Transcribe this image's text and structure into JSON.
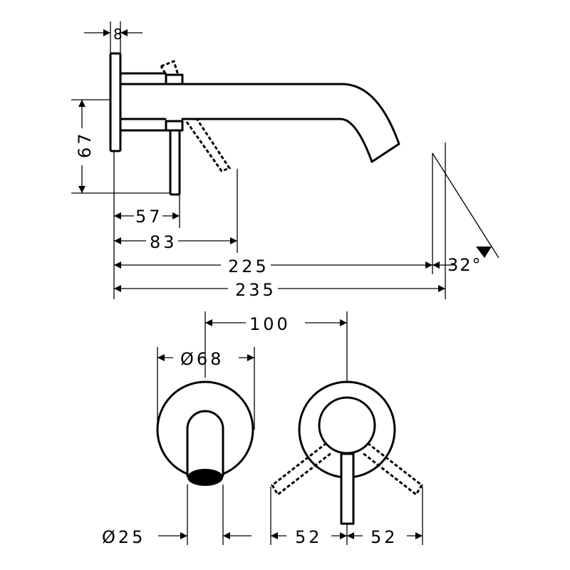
{
  "diagram": {
    "side_view": {
      "dimensions": {
        "plate_thickness": "8",
        "height": "67",
        "lever_distance": "57",
        "lever_tilt_distance": "83",
        "spout_outlet": "225",
        "spout_length": "235",
        "outlet_angle": "32°"
      }
    },
    "front_view": {
      "dimensions": {
        "center_distance": "100",
        "rosette_diameter": "Ø68",
        "spout_diameter": "Ø25",
        "lever_swing_left": "52",
        "lever_swing_right": "52"
      }
    },
    "colors": {
      "line": "#000000",
      "background": "#ffffff"
    }
  }
}
